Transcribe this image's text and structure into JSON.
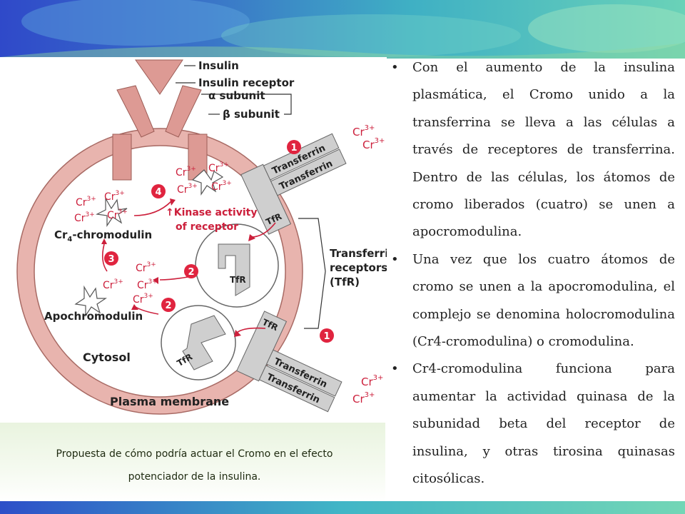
{
  "diagram": {
    "insulin": "Insulin",
    "insulin_receptor": "Insulin receptor",
    "alpha_subunit": "α subunit",
    "beta_subunit": "β subunit",
    "transferrin": "Transferrin",
    "tfr": "TfR",
    "chromium": "Cr",
    "cr_charge": "3+",
    "kinase_activity_line1": "↑Kinase activity",
    "kinase_activity_line2": "of receptor",
    "cr4_prefix": "Cr",
    "cr4_sub": "4",
    "cr4_suffix": "-chromodulin",
    "apochromodulin": "Apochromodulin",
    "cytosol": "Cytosol",
    "plasma_membrane": "Plasma membrane",
    "transferrin_receptors_line1": "Transferrin",
    "transferrin_receptors_line2": "receptors",
    "transferrin_receptors_line3": "(TfR)",
    "step_1": "1",
    "step_2": "2",
    "step_3": "3",
    "step_4": "4"
  },
  "caption": {
    "line1": "Propuesta de cómo podría actuar el Cromo en el efecto",
    "line2": "potenciador de la insulina."
  },
  "bullets": [
    "Con el aumento de la insulina plasmática, el Cromo unido a la transferrina se lleva a las células a través de receptores de transferrina. Dentro de las células, los átomos de cromo liberados (cuatro) se unen a apocromodulina.",
    "Una vez que los cuatro átomos de cromo se unen a la apocromodulina, el complejo se denomina holocromodulina (Cr4-cromodulina) o cromodulina.",
    "Cr4-cromodulina funciona para aumentar la actividad quinasa de la subunidad beta del receptor de insulina, y otras tirosina quinasas citosólicas."
  ],
  "bullet_symbol": "•",
  "colors": {
    "membrane": "#e8b4ae",
    "receptor": "#dd9a94",
    "tfr_gray": "#cfcfcf",
    "chromium_red": "#cc1f3b",
    "step_badge": "#e0243f",
    "banner_blue": "#2f49c9",
    "banner_teal": "#46c8c0"
  }
}
